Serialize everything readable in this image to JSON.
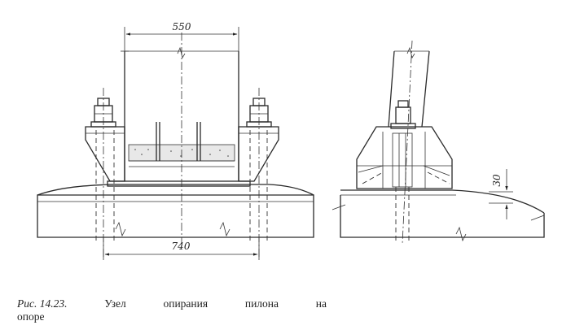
{
  "drawing": {
    "dimensions": {
      "top_width": "550",
      "base_width": "740",
      "side_offset": "30"
    }
  },
  "caption": {
    "figure_number": "Рис. 14.23.",
    "words_line1": [
      "Узел",
      "опирания",
      "пилона",
      "на"
    ],
    "line2": "опоре"
  }
}
